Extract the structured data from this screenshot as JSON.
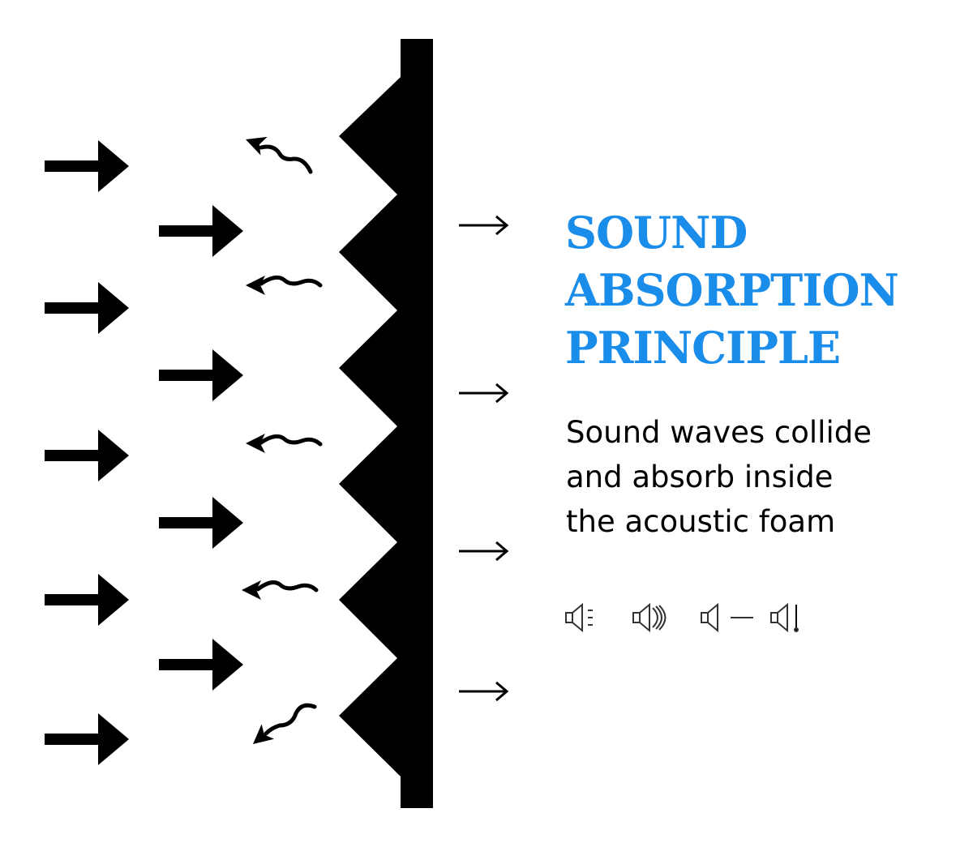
{
  "title": {
    "lines": [
      "SOUND",
      "ABSORPTION",
      "PRINCIPLE"
    ],
    "color": "#1a8cea"
  },
  "description": {
    "lines": [
      "Sound waves collide",
      "and absorb inside",
      "the acoustic foam"
    ]
  },
  "icons": [
    "speaker-weak-sound-icon",
    "speaker-loud-sound-icon",
    "speaker-dampened-sound-icon",
    "speaker-muted-sound-icon"
  ],
  "colors": {
    "foam": "#000000",
    "arrows": "#000000",
    "background": "#ffffff"
  }
}
